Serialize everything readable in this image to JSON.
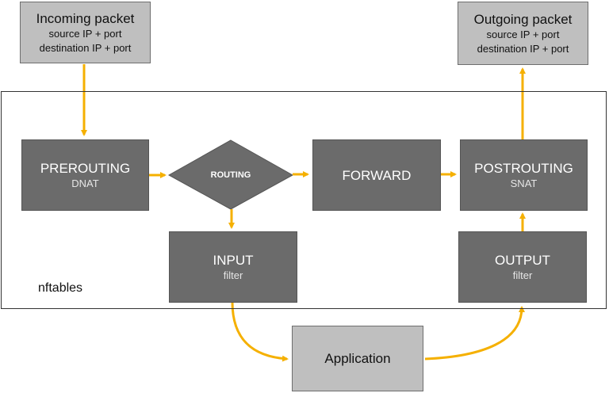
{
  "incoming": {
    "title": "Incoming packet",
    "line1": "source IP + port",
    "line2": "destination IP + port"
  },
  "outgoing": {
    "title": "Outgoing packet",
    "line1": "source IP + port",
    "line2": "destination IP + port"
  },
  "prerouting": {
    "title": "PREROUTING",
    "sub": "DNAT"
  },
  "routing": {
    "title": "ROUTING"
  },
  "forward": {
    "title": "FORWARD"
  },
  "postrouting": {
    "title": "POSTROUTING",
    "sub": "SNAT"
  },
  "input": {
    "title": "INPUT",
    "sub": "filter"
  },
  "output": {
    "title": "OUTPUT",
    "sub": "filter"
  },
  "application": {
    "title": "Application"
  },
  "frame_label": "nftables",
  "colors": {
    "arrow": "#f5b000",
    "dark_box": "#6b6b6b",
    "light_box": "#bfbfbf"
  }
}
